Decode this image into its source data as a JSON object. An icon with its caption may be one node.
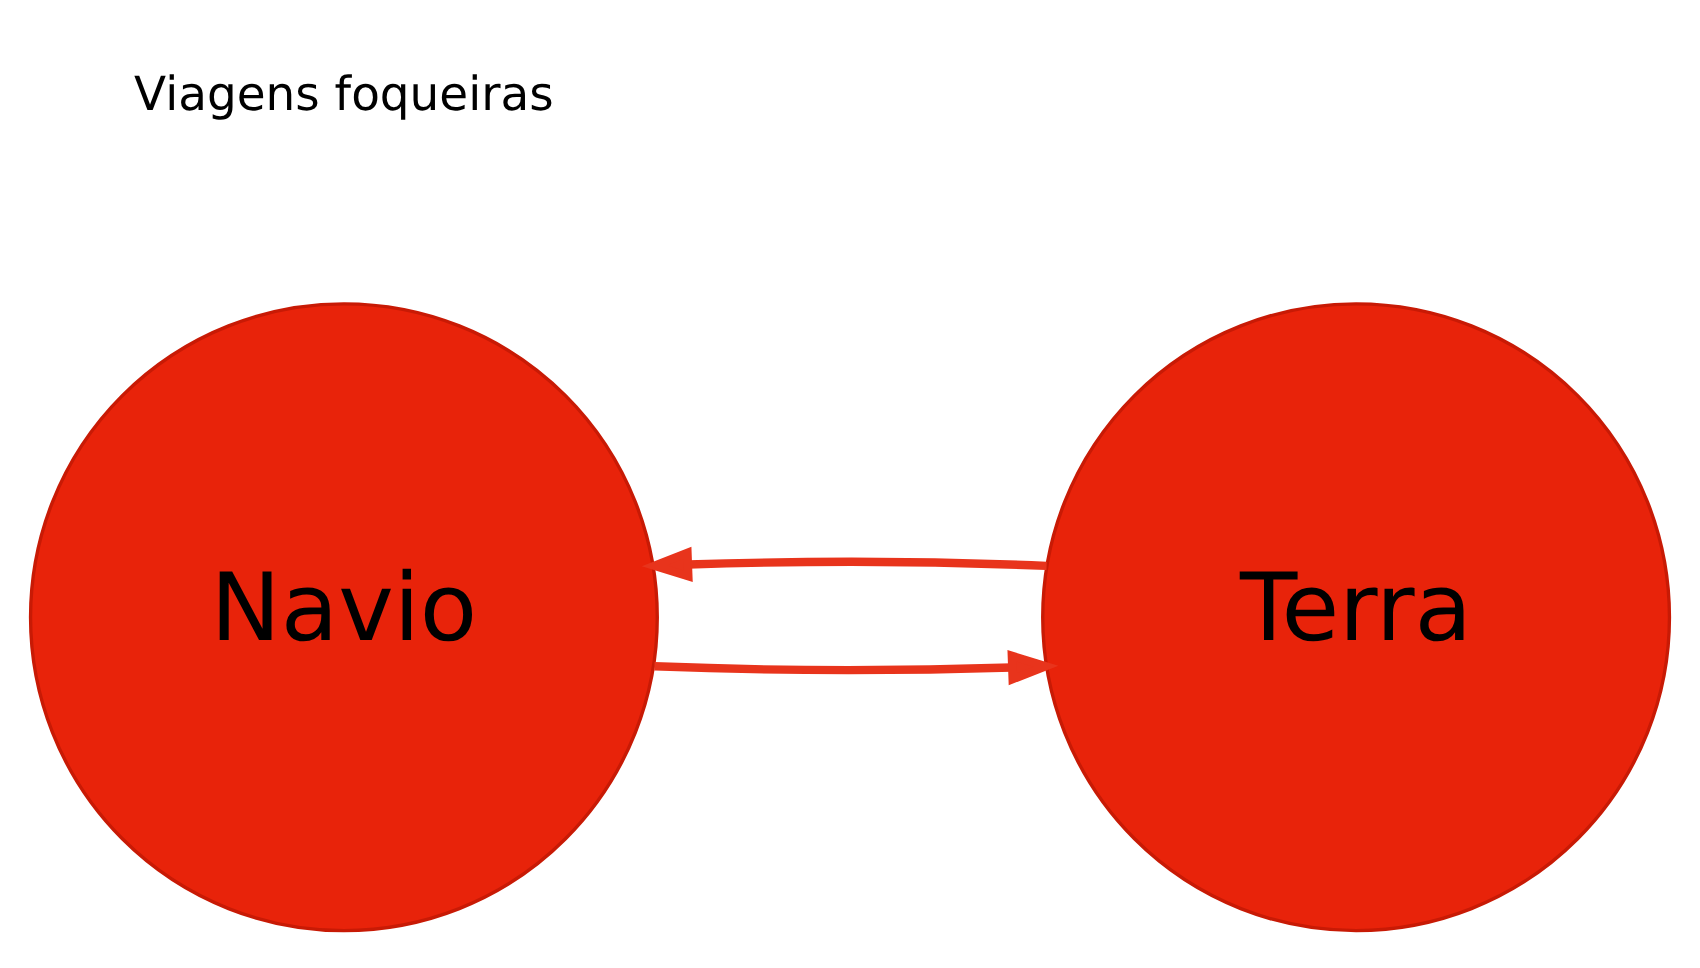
{
  "diagram": {
    "nodes": [
      {
        "text": [
          "Navio"
        ]
      },
      {
        "text": [
          "Terra"
        ]
      }
    ],
    "edges": [
      {
        "from": 0,
        "to": 1,
        "arrow": "to"
      },
      {
        "from": 1,
        "to": 0,
        "arrow": "to"
      }
    ],
    "labels": [
      "Viagens foqueiras"
    ]
  }
}
